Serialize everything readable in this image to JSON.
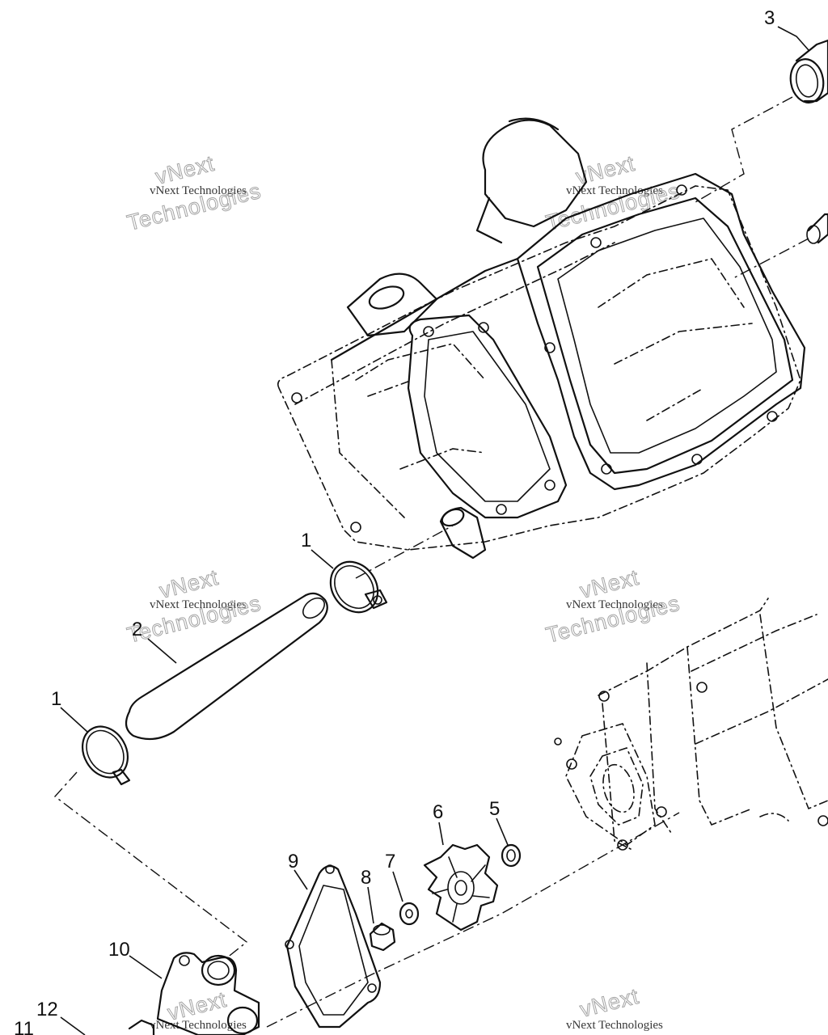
{
  "diagram": {
    "callouts": [
      "1",
      "2",
      "1",
      "3",
      "5",
      "6",
      "7",
      "8",
      "9",
      "10",
      "12",
      "11"
    ],
    "watermark": {
      "line1": "vNext Technologies",
      "line2a": "vNext",
      "line2b": "Technologies"
    }
  }
}
